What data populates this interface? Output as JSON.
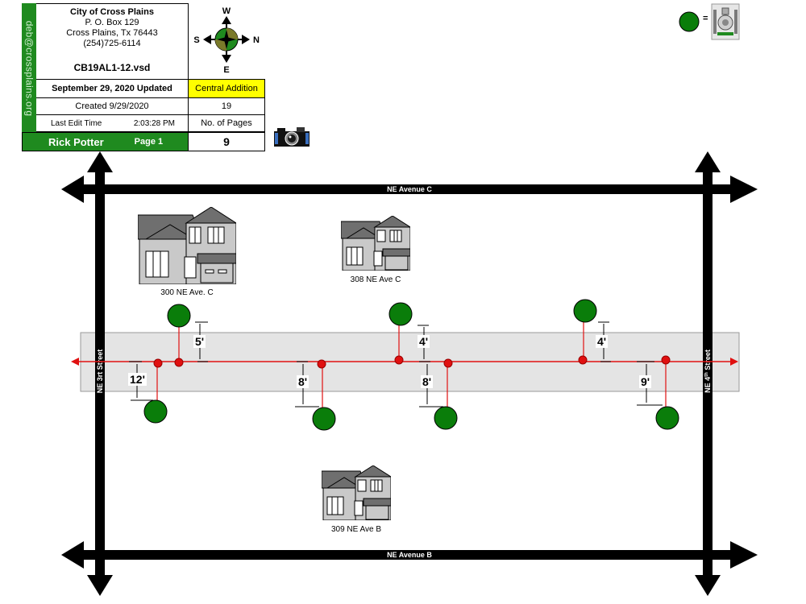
{
  "title_block": {
    "org_name": "City of Cross Plains",
    "address_1": "P. O. Box 129",
    "address_2": "Cross Plains, Tx  76443",
    "phone": "(254)725-6114",
    "file_name": "CB19AL1-12.vsd",
    "email": "deb@crossplains.org",
    "updated": "September 29, 2020 Updated",
    "addition": "Central Addition",
    "created": "Created 9/29/2020",
    "sheet_number": "19",
    "last_edit_label": "Last Edit Time",
    "last_edit_time": "2:03:28 PM",
    "pages_label": "No. of Pages",
    "author": "Rick Potter",
    "page_label": "Page 1",
    "page_count": "9"
  },
  "compass": {
    "north": "N",
    "south": "S",
    "east": "E",
    "west": "W"
  },
  "legend": {
    "equals": "=",
    "symbol_meaning_icon": "water-meter-icon"
  },
  "streets": {
    "top": "NE Avenue C",
    "bottom": "NE Avenue B",
    "left": "NE 3rt Street",
    "right_prefix": "NE 4",
    "right_sup": "th",
    "right_suffix": " Street"
  },
  "houses": [
    {
      "address": "300 NE Ave. C"
    },
    {
      "address": "308 NE Ave C"
    },
    {
      "address": "309 NE Ave B"
    }
  ],
  "measurements": [
    "5'",
    "4'",
    "4'",
    "12'",
    "8'",
    "8'",
    "9'"
  ],
  "colors": {
    "brand_green": "#1f8a1f",
    "meter_green": "#0a7d0a",
    "water_line": "#e01010",
    "highlight": "#ffff00"
  }
}
